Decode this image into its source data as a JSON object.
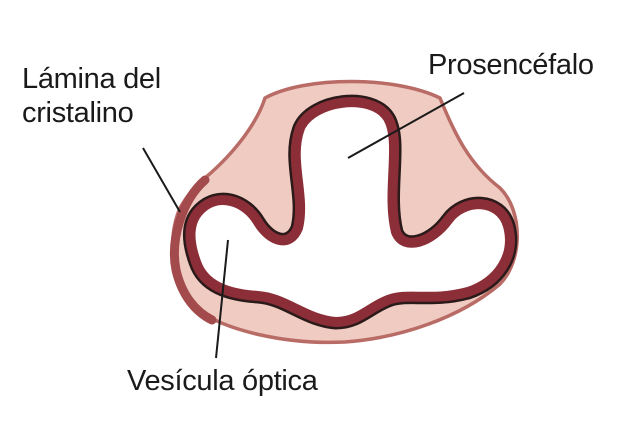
{
  "labels": {
    "lens_line1": "Lámina del",
    "lens_line2": "cristalino",
    "prosencephalon": "Prosencéfalo",
    "optic_vesicle": "Vesícula óptica"
  },
  "colors": {
    "ectoderm_fill": "#efcbc2",
    "ectoderm_edge": "#b96b66",
    "neural_tube_wall": "#8c2e37",
    "outline": "#2b1a1a",
    "leader_line": "#1a1a1a"
  }
}
